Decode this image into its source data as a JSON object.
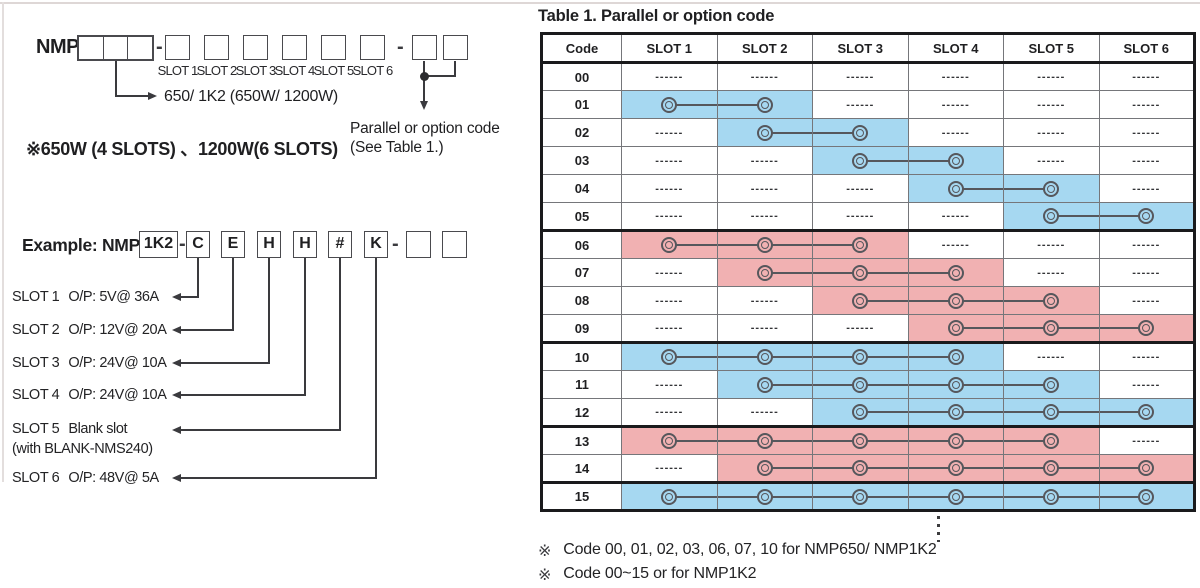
{
  "model_diagram": {
    "prefix": "NMP",
    "separator": "-",
    "slot_labels": [
      "SLOT 1",
      "SLOT 2",
      "SLOT 3",
      "SLOT 4",
      "SLOT 5",
      "SLOT 6"
    ],
    "wattage_label": "650/ 1K2 (650W/ 1200W)",
    "wattage_note": "※650W (4 SLOTS) 、1200W(6 SLOTS)",
    "parallel_note_line1": "Parallel or option code",
    "parallel_note_line2": "(See Table 1.)"
  },
  "example": {
    "label": "Example: NMP",
    "model_box": "1K2",
    "separator": "-",
    "slot_codes": [
      "C",
      "E",
      "H",
      "H",
      "#",
      "K"
    ],
    "slots": [
      {
        "slot": "SLOT 1",
        "desc": "O/P: 5V@ 36A"
      },
      {
        "slot": "SLOT 2",
        "desc": "O/P: 12V@ 20A"
      },
      {
        "slot": "SLOT 3",
        "desc": "O/P: 24V@ 10A"
      },
      {
        "slot": "SLOT 4",
        "desc": "O/P: 24V@ 10A"
      },
      {
        "slot": "SLOT 5",
        "desc": "Blank slot",
        "sub": "(with BLANK-NMS240)"
      },
      {
        "slot": "SLOT 6",
        "desc": "O/P: 48V@ 5A"
      }
    ]
  },
  "table": {
    "title": "Table 1. Parallel or option code",
    "headers": [
      "Code",
      "SLOT 1",
      "SLOT 2",
      "SLOT 3",
      "SLOT 4",
      "SLOT 5",
      "SLOT 6"
    ],
    "empty_cell": "------",
    "colors": {
      "blue": "#a6d8f1",
      "pink": "#f1b1b2"
    },
    "rows": [
      {
        "code": "00",
        "span": null,
        "color": null
      },
      {
        "code": "01",
        "span": [
          1,
          2
        ],
        "color": "blue"
      },
      {
        "code": "02",
        "span": [
          2,
          3
        ],
        "color": "blue"
      },
      {
        "code": "03",
        "span": [
          3,
          4
        ],
        "color": "blue"
      },
      {
        "code": "04",
        "span": [
          4,
          5
        ],
        "color": "blue"
      },
      {
        "code": "05",
        "span": [
          5,
          6
        ],
        "color": "blue",
        "group_end": true
      },
      {
        "code": "06",
        "span": [
          1,
          3
        ],
        "color": "pink"
      },
      {
        "code": "07",
        "span": [
          2,
          4
        ],
        "color": "pink"
      },
      {
        "code": "08",
        "span": [
          3,
          5
        ],
        "color": "pink"
      },
      {
        "code": "09",
        "span": [
          4,
          6
        ],
        "color": "pink",
        "group_end": true
      },
      {
        "code": "10",
        "span": [
          1,
          4
        ],
        "color": "blue"
      },
      {
        "code": "11",
        "span": [
          2,
          5
        ],
        "color": "blue"
      },
      {
        "code": "12",
        "span": [
          3,
          6
        ],
        "color": "blue",
        "group_end": true
      },
      {
        "code": "13",
        "span": [
          1,
          5
        ],
        "color": "pink"
      },
      {
        "code": "14",
        "span": [
          2,
          6
        ],
        "color": "pink",
        "group_end": true
      },
      {
        "code": "15",
        "span": [
          1,
          6
        ],
        "color": "blue"
      }
    ],
    "note_marker": "※",
    "notes": [
      "Code 00, 01, 02, 03, 06, 07, 10 for NMP650/ NMP1K2",
      "Code 00~15 or for NMP1K2"
    ]
  }
}
